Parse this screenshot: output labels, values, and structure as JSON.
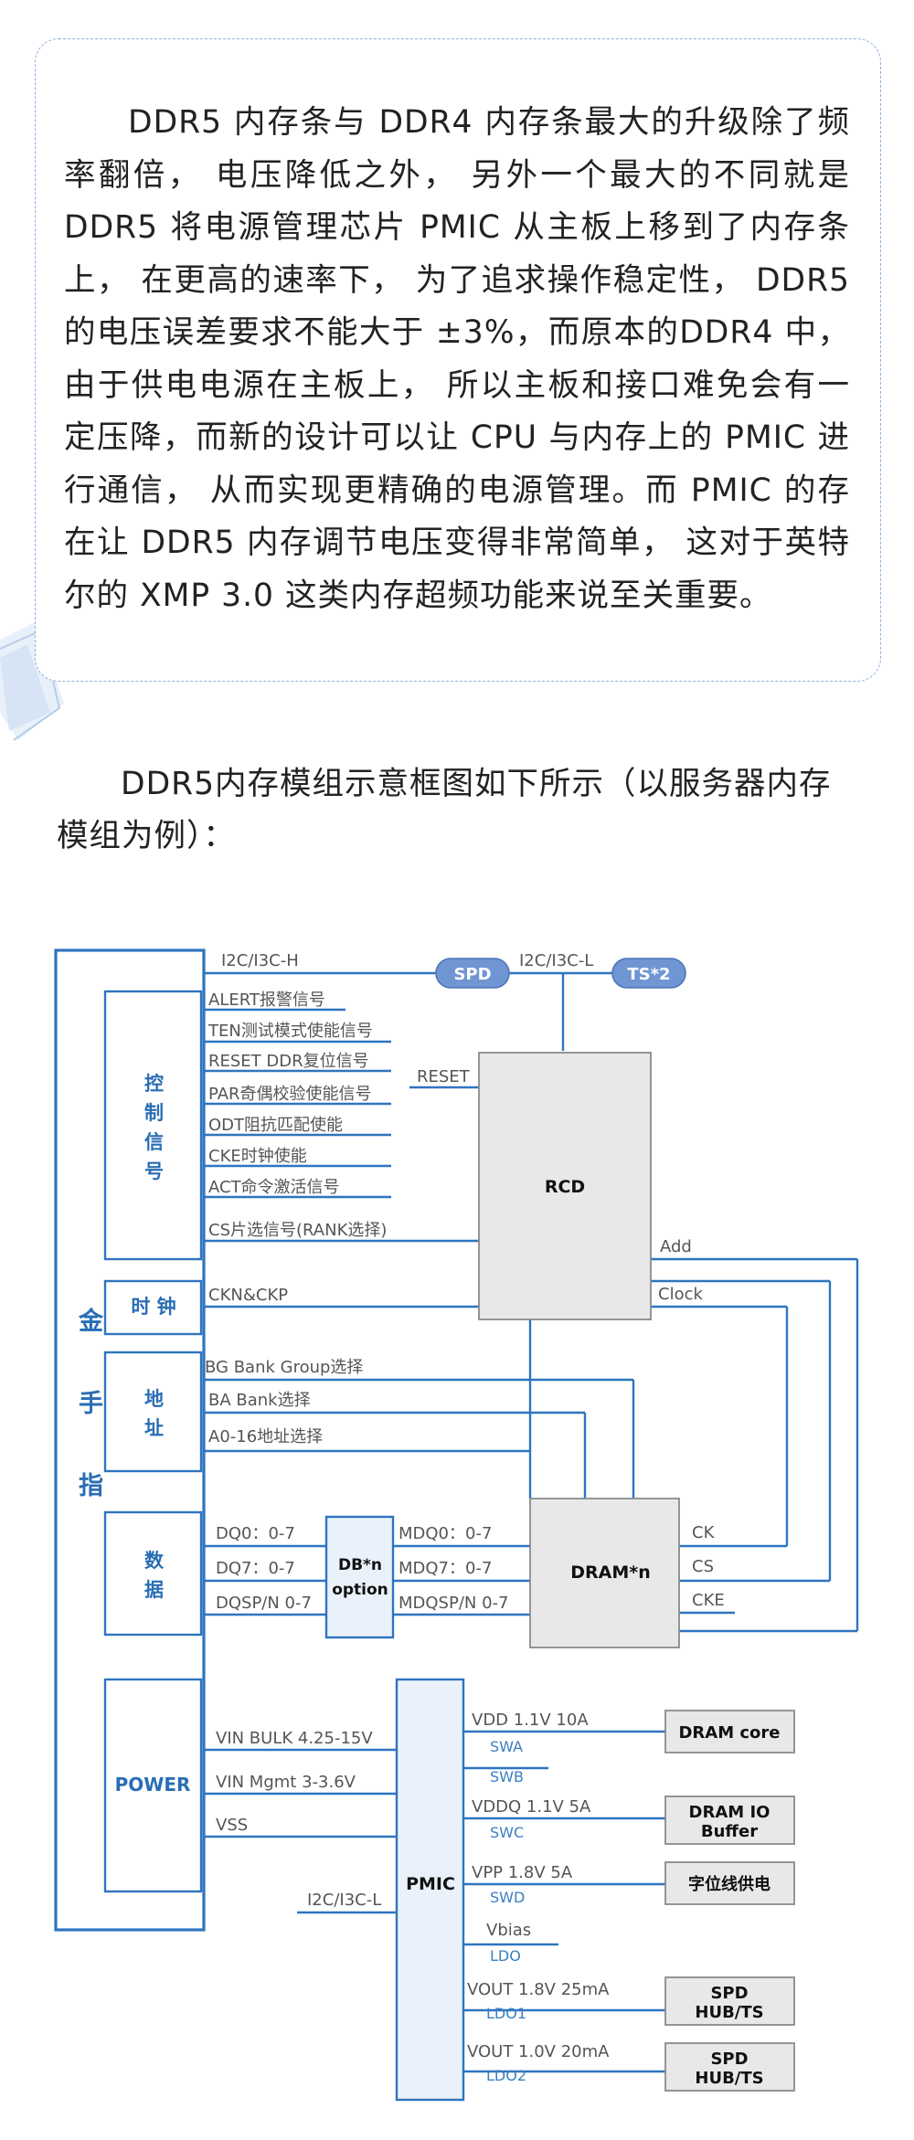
{
  "intro": {
    "paragraph": "DDR5 内存条与 DDR4 内存条最大的升级除了频率翻倍， 电压降低之外， 另外一个最大的不同就是 DDR5 将电源管理芯片 PMIC 从主板上移到了内存条上， 在更高的速率下， 为了追求操作稳定性， DDR5 的电压误差要求不能大于 ±3%，而原本的DDR4 中，由于供电电源在主板上， 所以主板和接口难免会有一定压降，而新的设计可以让 CPU 与内存上的 PMIC 进行通信， 从而实现更精确的电源管理。而 PMIC 的存在让 DDR5 内存调节电压变得非常简单， 这对于英特尔的 XMP 3.0 这类内存超频功能来说至关重要。"
  },
  "caption": "DDR5内存模组示意框图如下所示（以服务器内存模组为例）：",
  "diagram": {
    "gold_finger": [
      "金",
      "手",
      "指"
    ],
    "groups": {
      "control": [
        "控",
        "制",
        "信",
        "号"
      ],
      "clock": "时 钟",
      "address": [
        "地",
        "址"
      ],
      "data": [
        "数",
        "据"
      ],
      "power": "POWER"
    },
    "top_bus": {
      "i2c_h": "I2C/I3C-H",
      "spd": "SPD",
      "i2c_l": "I2C/I3C-L",
      "ts": "TS*2"
    },
    "control_signals": [
      "ALERT报警信号",
      "TEN测试模式使能信号",
      "RESET DDR复位信号",
      "PAR奇偶校验使能信号",
      "ODT阻抗匹配使能",
      "CKE时钟使能",
      "ACT命令激活信号",
      "CS片选信号(RANK选择)"
    ],
    "reset_label": "RESET",
    "rcd": "RCD",
    "rcd_outputs": {
      "add": "Add",
      "clock": "Clock"
    },
    "clock_signal": "CKN&CKP",
    "address_signals": [
      "BG Bank Group选择",
      "BA Bank选择",
      "A0-16地址选择"
    ],
    "data_signals": [
      "DQ0：0-7",
      "DQ7：0-7",
      "DQSP/N 0-7"
    ],
    "db_box": [
      "DB*n",
      "option"
    ],
    "md_signals": [
      "MDQ0：0-7",
      "MDQ7：0-7",
      "MDQSP/N 0-7"
    ],
    "dram": "DRAM*n",
    "dram_signals": [
      "CK",
      "CS",
      "CKE"
    ],
    "power_inputs": [
      "VIN BULK  4.25-15V",
      "VIN Mgmt  3-3.6V",
      "VSS"
    ],
    "pmic_i2c": "I2C/I3C-L",
    "pmic": "PMIC",
    "pmic_outputs": [
      {
        "main": "VDD 1.1V 10A",
        "subs": [
          "SWA",
          "SWB"
        ],
        "target": [
          "DRAM core"
        ]
      },
      {
        "main": "VDDQ 1.1V 5A",
        "subs": [
          "SWC"
        ],
        "target": [
          "DRAM IO",
          "Buffer"
        ]
      },
      {
        "main": "VPP 1.8V 5A",
        "subs": [
          "SWD"
        ],
        "target": [
          "字位线供电"
        ]
      },
      {
        "main": "Vbias",
        "subs": [
          "LDO"
        ],
        "target": []
      },
      {
        "main": "VOUT 1.8V 25mA",
        "subs": [
          "LDO1"
        ],
        "target": [
          "SPD",
          "HUB/TS"
        ]
      },
      {
        "main": "VOUT 1.0V 20mA",
        "subs": [
          "LDO2"
        ],
        "target": [
          "SPD",
          "HUB/TS"
        ]
      }
    ],
    "colors": {
      "line": "#2e74c0",
      "box_fill": "#e8e8e8",
      "pill": "#6f95d2",
      "heading_blue": "#2a6db5"
    }
  }
}
